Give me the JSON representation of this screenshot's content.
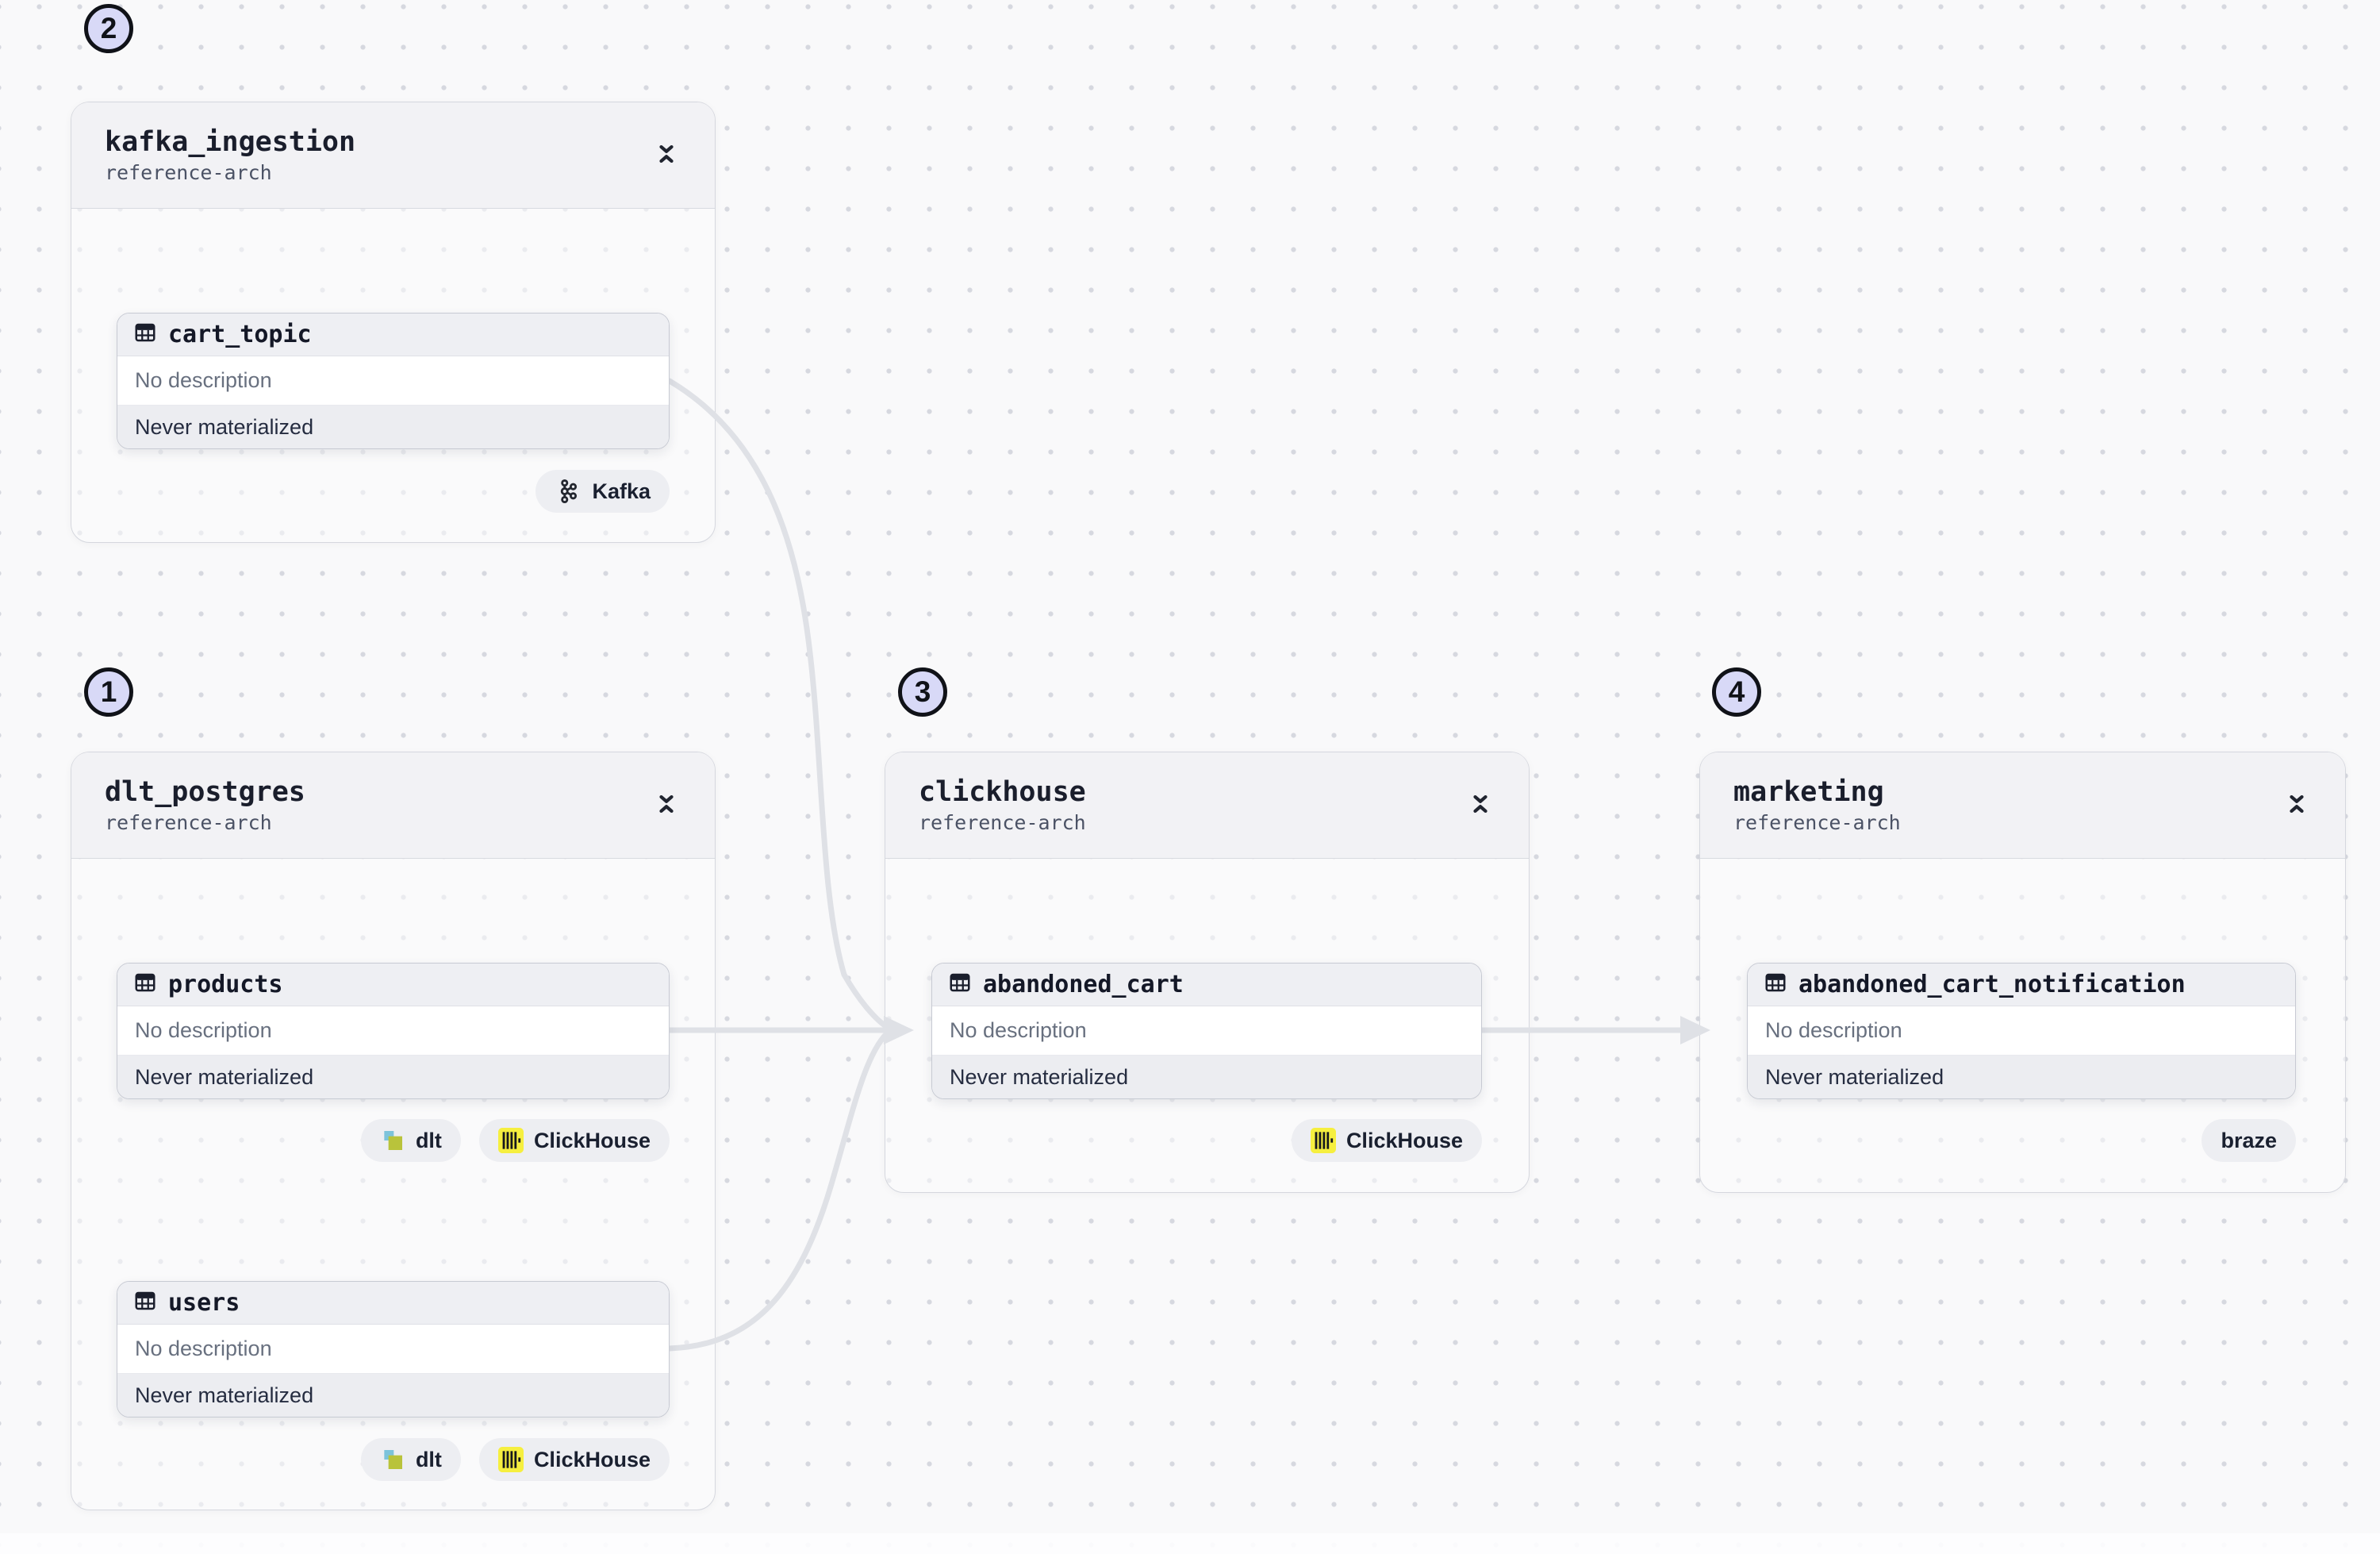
{
  "groups": [
    {
      "badge": "2",
      "title": "kafka_ingestion",
      "subtitle": "reference-arch",
      "assets": [
        {
          "name": "cart_topic",
          "description": "No description",
          "status": "Never materialized",
          "tags": [
            {
              "label": "Kafka",
              "icon": "kafka-icon"
            }
          ]
        }
      ]
    },
    {
      "badge": "1",
      "title": "dlt_postgres",
      "subtitle": "reference-arch",
      "assets": [
        {
          "name": "products",
          "description": "No description",
          "status": "Never materialized",
          "tags": [
            {
              "label": "dlt",
              "icon": "dlt-icon"
            },
            {
              "label": "ClickHouse",
              "icon": "clickhouse-icon"
            }
          ]
        },
        {
          "name": "users",
          "description": "No description",
          "status": "Never materialized",
          "tags": [
            {
              "label": "dlt",
              "icon": "dlt-icon"
            },
            {
              "label": "ClickHouse",
              "icon": "clickhouse-icon"
            }
          ]
        }
      ]
    },
    {
      "badge": "3",
      "title": "clickhouse",
      "subtitle": "reference-arch",
      "assets": [
        {
          "name": "abandoned_cart",
          "description": "No description",
          "status": "Never materialized",
          "tags": [
            {
              "label": "ClickHouse",
              "icon": "clickhouse-icon"
            }
          ]
        }
      ]
    },
    {
      "badge": "4",
      "title": "marketing",
      "subtitle": "reference-arch",
      "assets": [
        {
          "name": "abandoned_cart_notification",
          "description": "No description",
          "status": "Never materialized",
          "tags": [
            {
              "label": "braze",
              "icon": null
            }
          ]
        }
      ]
    }
  ],
  "colors": {
    "canvas_bg": "#F9F9FA",
    "edge": "#DFE1E6",
    "badge_bg": "#D8D9F7",
    "clickhouse_yellow": "#F6EF3F",
    "dlt_teal": "#7CC3DB",
    "dlt_olive": "#B9C33B",
    "icon_dark": "#20242F"
  }
}
